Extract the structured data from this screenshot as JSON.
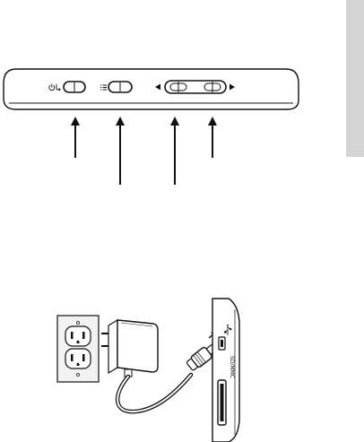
{
  "device_top_view": {
    "buttons": [
      {
        "id": "power-exit",
        "icon": "power-return-icon"
      },
      {
        "id": "menu",
        "icon": "menu-list-icon"
      },
      {
        "id": "nav-left",
        "icon": "triangle-left-icon"
      },
      {
        "id": "nav-right",
        "icon": "triangle-right-icon"
      }
    ]
  },
  "connection_view": {
    "wall_outlet": {
      "icon": "duplex-outlet-icon"
    },
    "power_adapter": {
      "icon": "plug-adapter-icon"
    },
    "usb_cable": {
      "icon": "mini-usb-cable-icon"
    },
    "device_side": {
      "usb_port": {
        "icon": "usb-icon"
      },
      "card_slot_label": "SD/MMC"
    }
  },
  "colors": {
    "stroke": "#111111",
    "side_tab": "#d4d4d4",
    "outlet_fill": "#f2f2f2"
  }
}
